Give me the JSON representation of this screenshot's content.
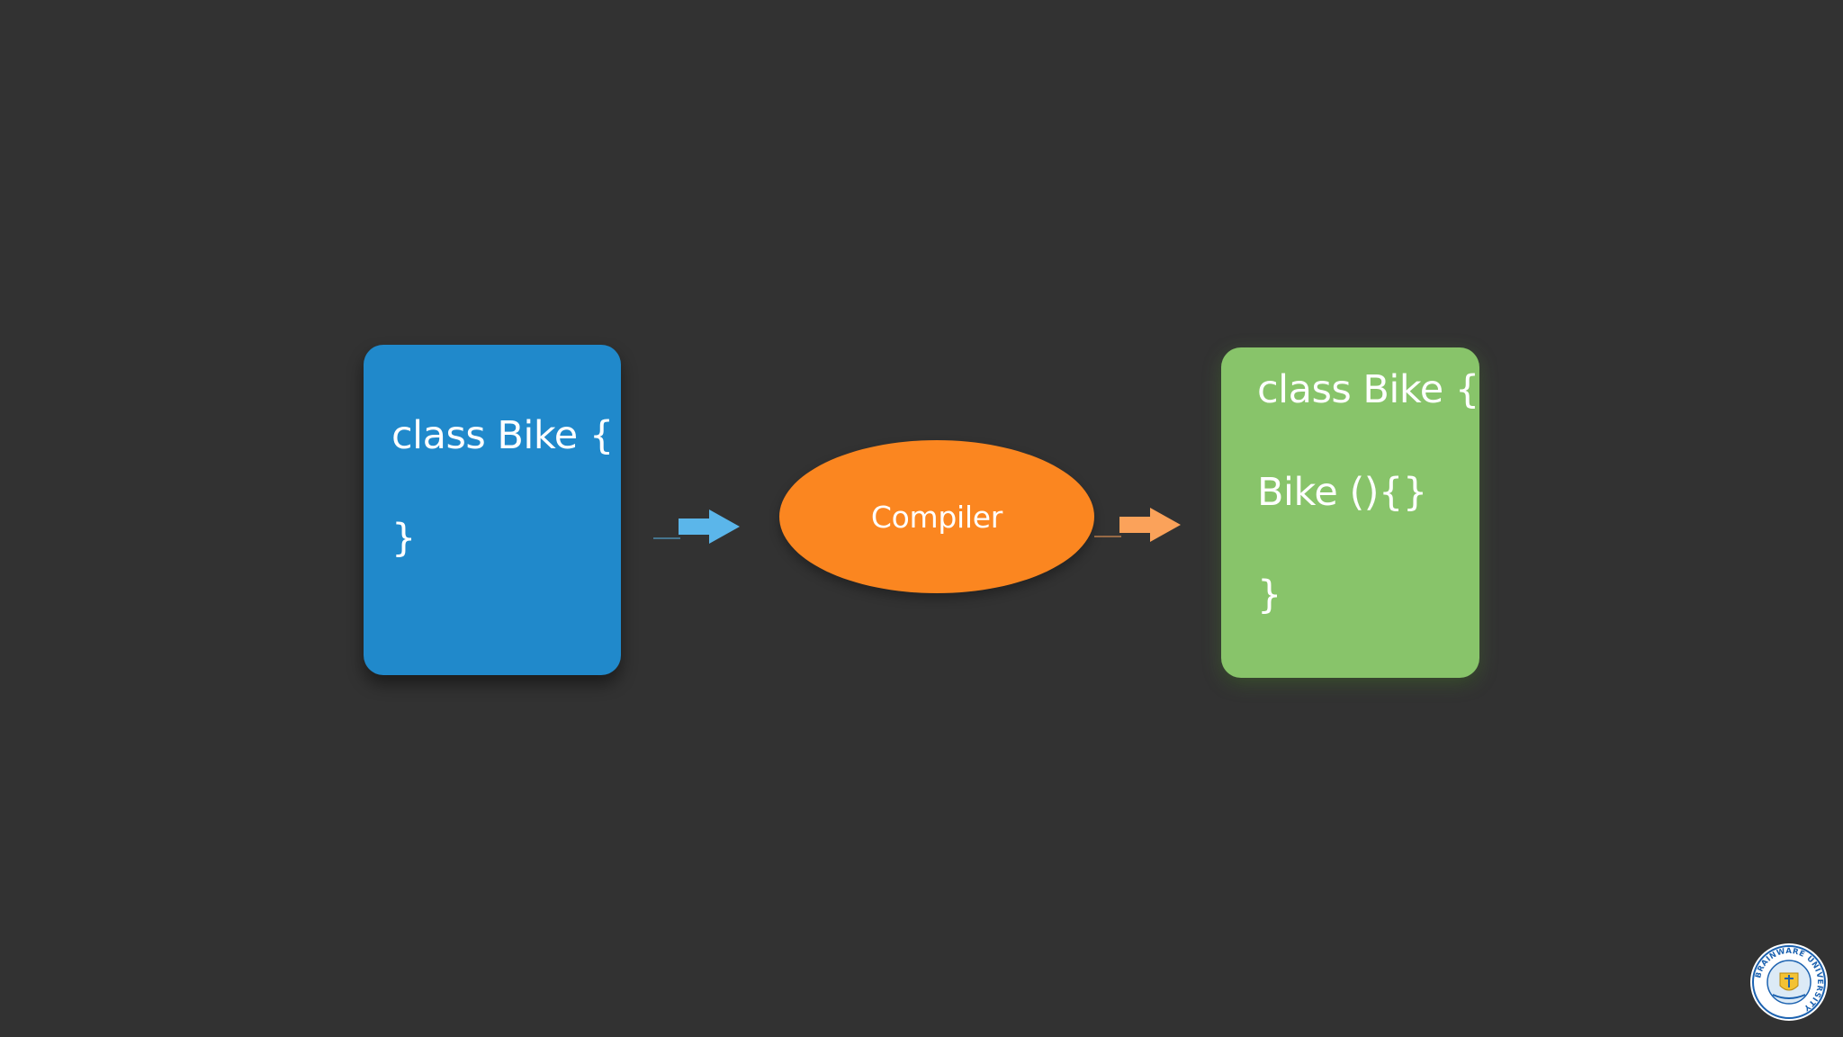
{
  "diagram": {
    "source_box": {
      "lines": [
        "class Bike {",
        "}"
      ],
      "color": "#2089cb"
    },
    "compiler": {
      "label": "Compiler",
      "color": "#fb8620"
    },
    "output_box": {
      "lines": [
        "class Bike {",
        "Bike (){}",
        "}"
      ],
      "color": "#88c46a"
    },
    "arrows": {
      "in_color": "#5bb6ea",
      "out_color": "#fba25a"
    }
  },
  "logo": {
    "name": "brainware-university-logo-icon",
    "text": "BRAINWARE UNIVERSITY"
  },
  "background": "#323232"
}
